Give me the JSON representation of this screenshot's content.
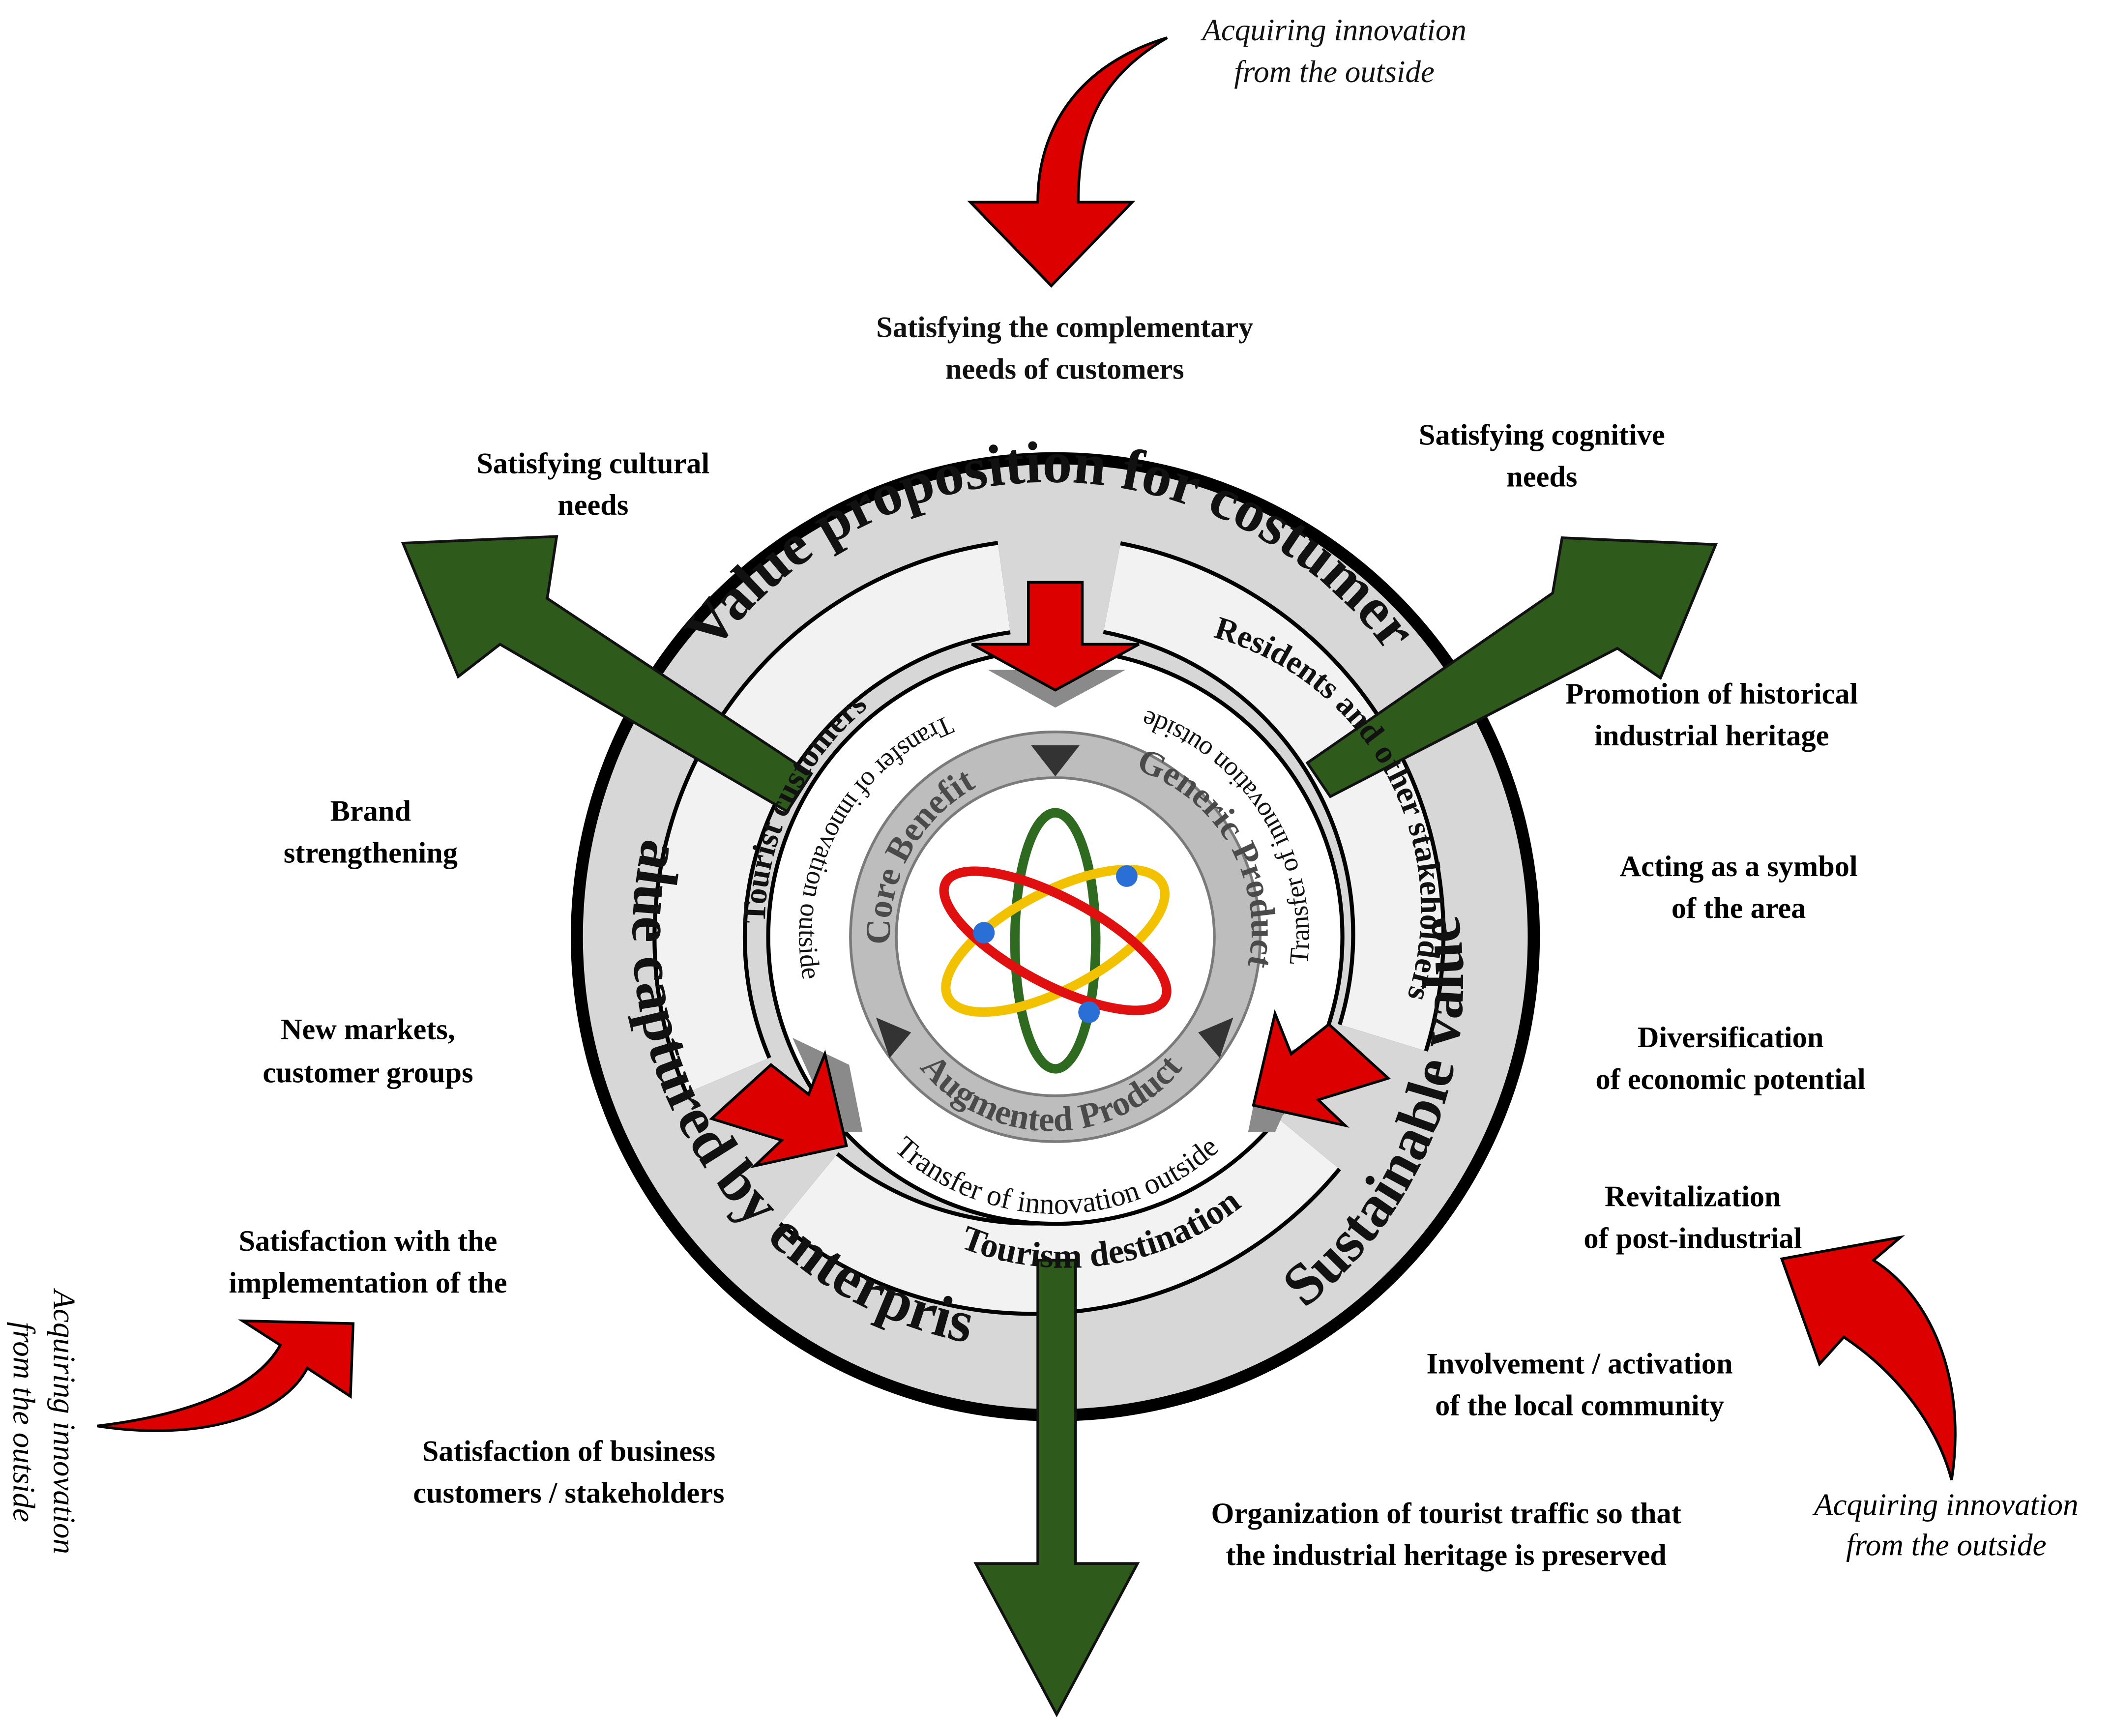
{
  "colors": {
    "outer_ring": "#d7d7d7",
    "middle_band": "#f2f2f2",
    "inner_ring": "#bdbdbd",
    "red_arrow": "#dd0000",
    "green_arrow": "#2e5a1c",
    "orbit_red": "#e01010",
    "orbit_yellow": "#f2c200",
    "orbit_green": "#2f6a21",
    "node_blue": "#2a6fd6"
  },
  "outer_ring": {
    "value_proposition": "Value proposition for costumer",
    "value_captured": "Value captured by enterprise",
    "sustainable_value": "Sustainable value"
  },
  "middle_ring": {
    "tourist_customers": "Tourist customers",
    "residents_stakeholders": "Residents and other stakeholders",
    "tourism_destination": "Tourism destination"
  },
  "transfer_label": "Transfer of innovation outside",
  "inner_ring": {
    "core_benefit": "Core Benefit",
    "generic_product": "Generic Product",
    "augmented_product": "Augmented Product"
  },
  "acquiring_innovation": {
    "line1": "Acquiring innovation",
    "line2": "from the outside"
  },
  "top_label": {
    "line1": "Satisfying the complementary",
    "line2": "needs of customers"
  },
  "left_labels": {
    "cultural": [
      "Satisfying cultural",
      "needs"
    ],
    "brand": [
      "Brand",
      "strengthening"
    ],
    "markets": [
      "New markets,",
      "customer groups"
    ],
    "implementation": [
      "Satisfaction with the",
      "implementation of the"
    ],
    "business": [
      "Satisfaction of business",
      "customers / stakeholders"
    ]
  },
  "right_labels": {
    "cognitive": [
      "Satisfying cognitive",
      "needs"
    ],
    "heritage": [
      "Promotion of historical",
      "industrial heritage"
    ],
    "symbol": [
      "Acting as a symbol",
      "of the area"
    ],
    "diversification": [
      "Diversification",
      "of economic potential"
    ],
    "revitalization": [
      "Revitalization",
      "of post-industrial"
    ],
    "community": [
      "Involvement / activation",
      "of the local community"
    ]
  },
  "bottom_label": {
    "line1": "Organization of tourist traffic so that",
    "line2": "the industrial heritage is preserved"
  }
}
